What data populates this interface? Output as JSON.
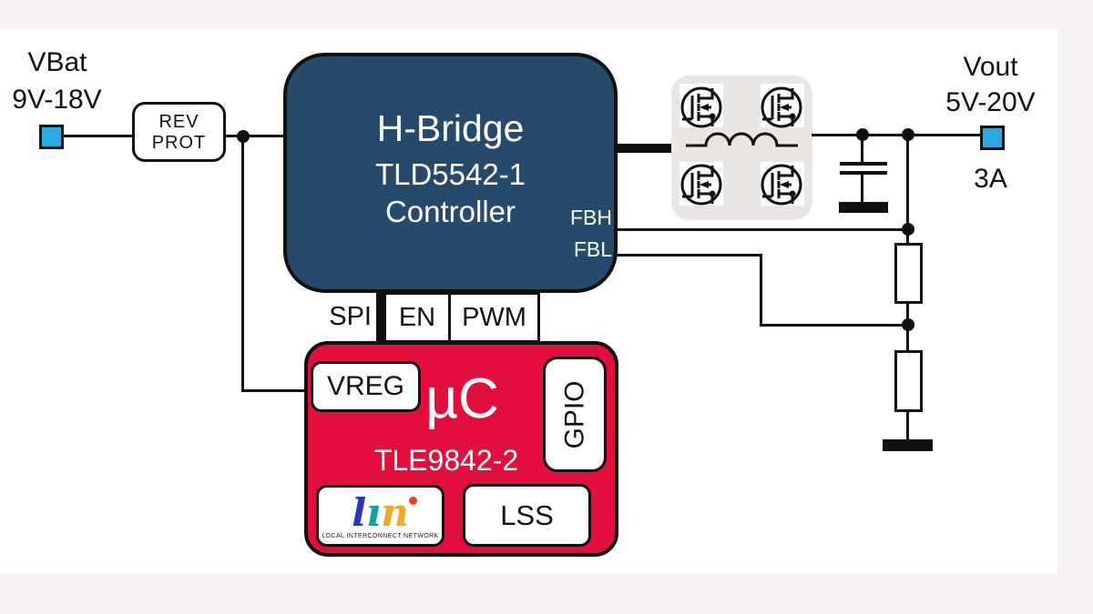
{
  "colors": {
    "frame": "#f6f1f2",
    "hbridge_fill": "#254a6c",
    "mcu_fill": "#e20f3c",
    "terminal_fill": "#29abe2",
    "power_stage_fill": "#e9e6e3",
    "wire": "#111111",
    "lin_letter_colors": [
      "#2b35c0",
      "#0aa3a0",
      "#f5a623"
    ],
    "lin_dot": "#e8402a"
  },
  "input": {
    "label": "VBat",
    "range": "9V-18V"
  },
  "output": {
    "label": "Vout",
    "range": "5V-20V",
    "current": "3A"
  },
  "rev_prot": {
    "line1": "REV",
    "line2": "PROT"
  },
  "hbridge": {
    "title": "H-Bridge",
    "part": "TLD5542-1",
    "subtitle": "Controller",
    "pin_fbh": "FBH",
    "pin_fbl": "FBL"
  },
  "signals": {
    "spi": "SPI",
    "en": "EN",
    "pwm": "PWM"
  },
  "mcu": {
    "title": "µC",
    "part": "TLE9842-2",
    "vreg": "VREG",
    "gpio": "GPIO",
    "lss": "LSS",
    "lin": {
      "word": "lin",
      "caption": "LOCAL INTERCONNECT NETWORK"
    }
  }
}
